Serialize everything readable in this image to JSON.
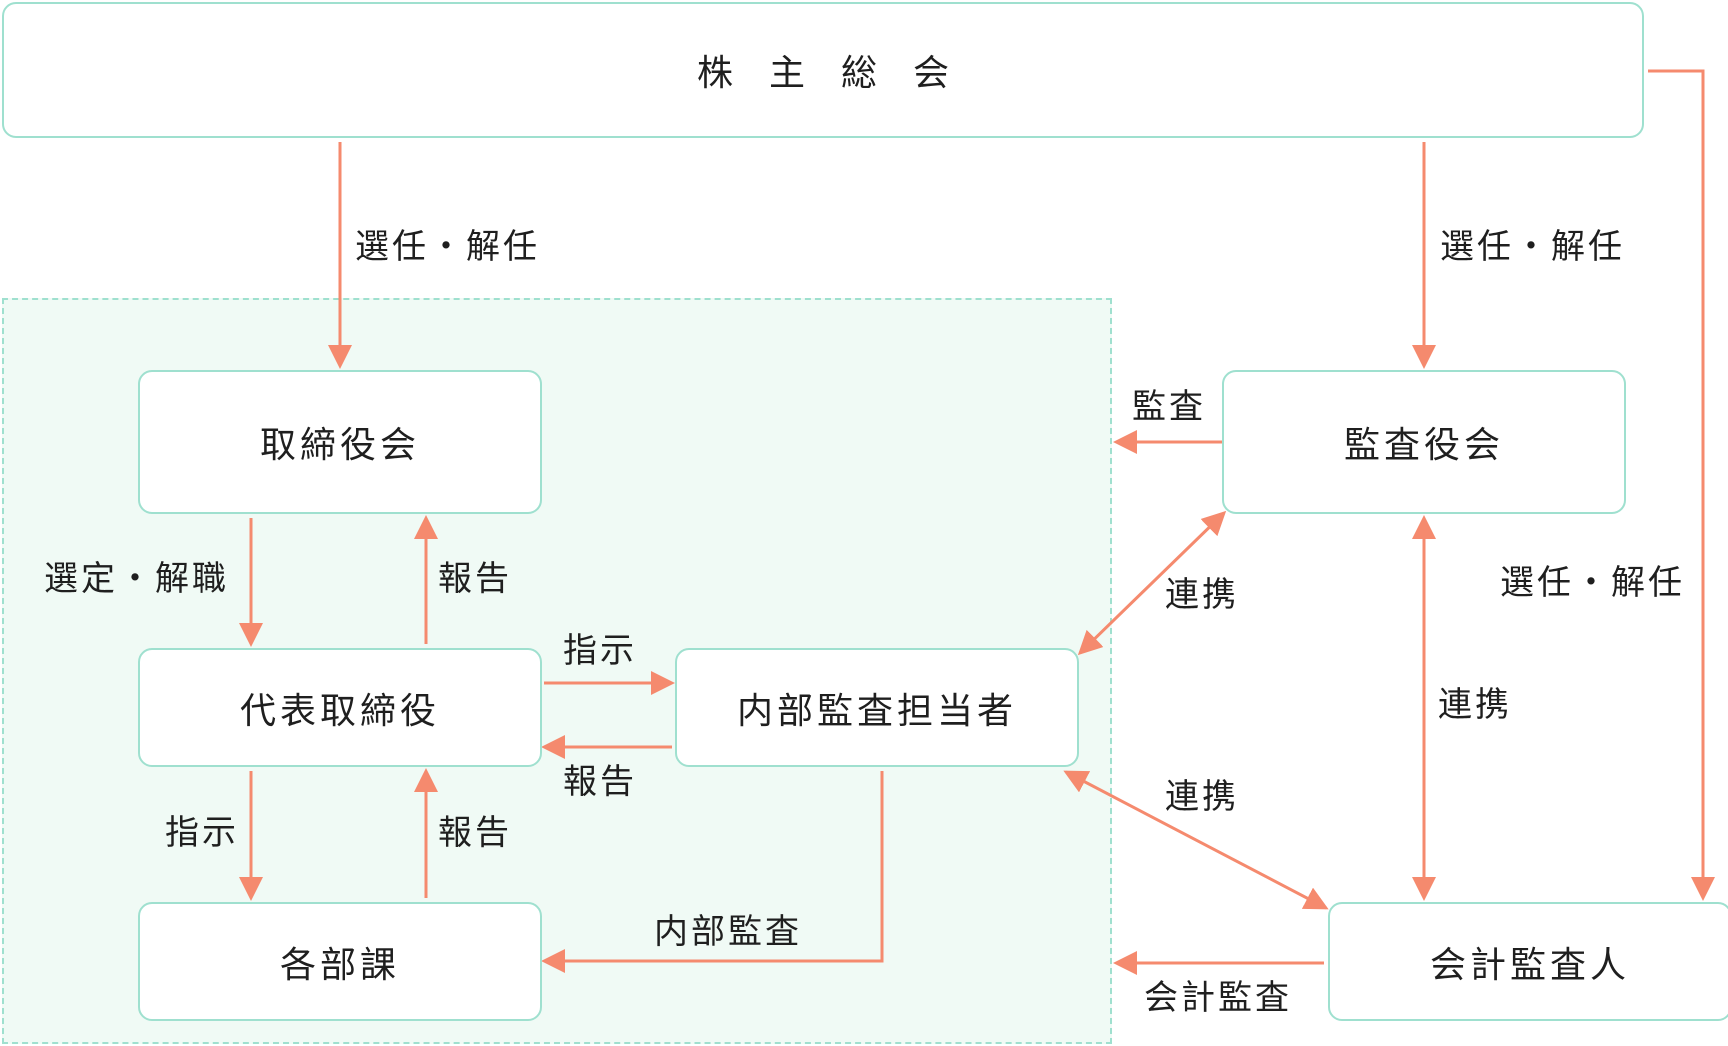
{
  "nodes": {
    "shareholders": "株主総会",
    "board": "取締役会",
    "auditors_board": "監査役会",
    "representative": "代表取締役",
    "internal_audit": "内部監査担当者",
    "departments": "各部課",
    "accounting_auditor": "会計監査人"
  },
  "edges": {
    "shareholders_to_board": "選任・解任",
    "shareholders_to_auditors": "選任・解任",
    "shareholders_to_accounting": "選任・解任",
    "auditors_to_board": "監査",
    "board_to_representative": "選定・解職",
    "representative_to_board": "報告",
    "representative_to_internal": "指示",
    "internal_to_representative": "報告",
    "representative_to_departments": "指示",
    "departments_to_representative": "報告",
    "internal_to_departments": "内部監査",
    "auditors_internal_link": "連携",
    "internal_accounting_link": "連携",
    "auditors_accounting_link": "連携",
    "accounting_to_company": "会計監査"
  },
  "colors": {
    "arrow": "#f58a6e",
    "box_border": "#9fe0cf",
    "zone_fill": "#f0faf5"
  }
}
